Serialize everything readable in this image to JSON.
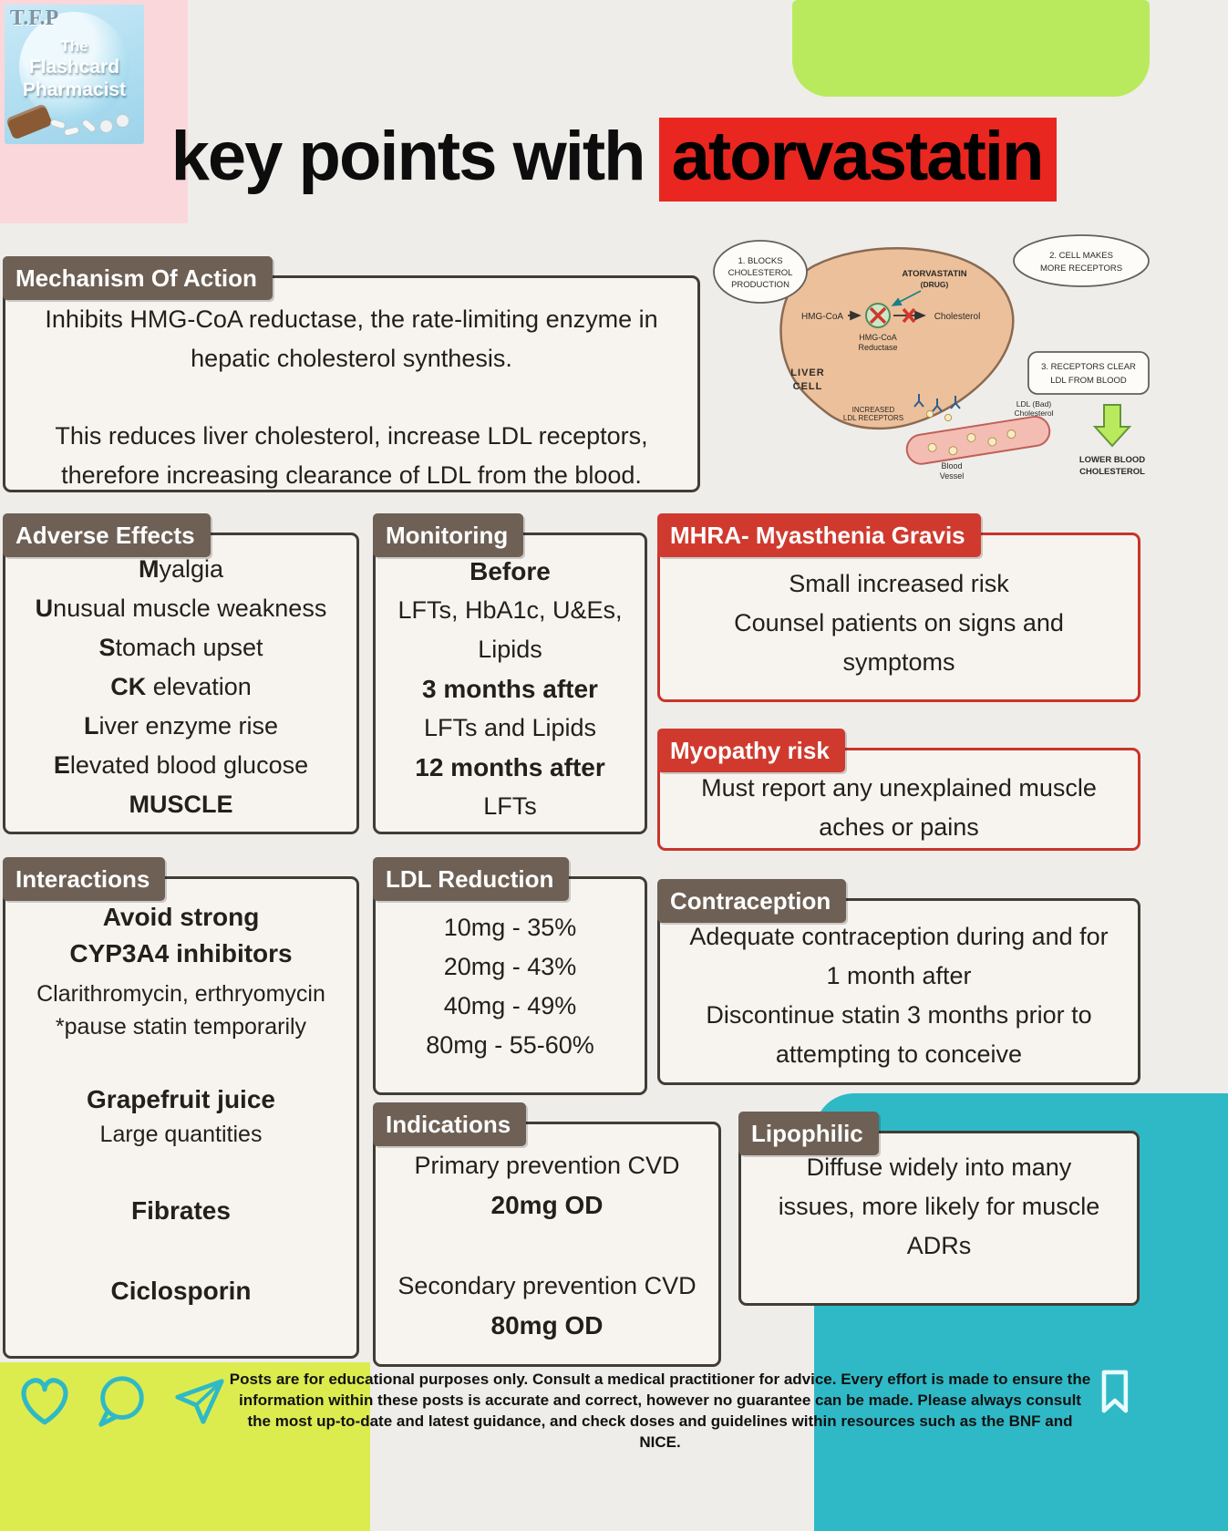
{
  "colors": {
    "accent_red": "#ea2620",
    "card_red": "#d03a2e",
    "tab_brown": "#6e6055",
    "teal": "#2fb9c6",
    "green_blob": "#b9ea5d",
    "yellow_green": "#dcec4f",
    "pink": "#fad7da",
    "logo_blue": "#a9dcef"
  },
  "logo": {
    "monogram": "T.F.P",
    "line1": "The",
    "line2": "Flashcard",
    "line3": "Pharmacist"
  },
  "title": {
    "prefix": "key points with",
    "highlight": "atorvastatin"
  },
  "moa": {
    "header": "Mechanism Of Action",
    "para1": "Inhibits HMG-CoA reductase, the rate-limiting enzyme in hepatic cholesterol synthesis.",
    "para2": "This reduces liver cholesterol, increase LDL receptors, therefore increasing clearance of LDL from the blood."
  },
  "diagram": {
    "bubble1": [
      "1. BLOCKS",
      "CHOLESTEROL",
      "PRODUCTION"
    ],
    "bubble2": [
      "2. CELL MAKES",
      "MORE RECEPTORS"
    ],
    "bubble3": [
      "3. RECEPTORS CLEAR",
      "LDL FROM BLOOD"
    ],
    "hmg_coa": "HMG-CoA",
    "reductase_l1": "HMG-CoA",
    "reductase_l2": "Reductase",
    "cholesterol": "Cholesterol",
    "atorvastatin": "ATORVASTATIN",
    "drug": "(DRUG)",
    "liver_l1": "LIVER",
    "liver_l2": "CELL",
    "increased_l1": "INCREASED",
    "increased_l2": "LDL RECEPTORS",
    "ldl_l1": "LDL (Bad)",
    "ldl_l2": "Cholesterol",
    "vessel_l1": "Blood",
    "vessel_l2": "Vessel",
    "lower_l1": "LOWER BLOOD",
    "lower_l2": "CHOLESTEROL"
  },
  "adverse": {
    "header": "Adverse Effects",
    "items": [
      {
        "lead": "M",
        "rest": "yalgia"
      },
      {
        "lead": "U",
        "rest": "nusual muscle weakness"
      },
      {
        "lead": "S",
        "rest": "tomach upset"
      },
      {
        "lead": "CK",
        "rest": " elevation"
      },
      {
        "lead": "L",
        "rest": "iver enzyme rise"
      },
      {
        "lead": "E",
        "rest": "levated blood glucose"
      },
      {
        "lead": "MUSCLE",
        "rest": ""
      }
    ]
  },
  "monitoring": {
    "header": "Monitoring",
    "lines": [
      "Before",
      "LFTs, HbA1c, U&Es,",
      "Lipids",
      "3 months after",
      "LFTs and Lipids",
      "12 months after",
      "LFTs"
    ]
  },
  "mhra": {
    "header": "MHRA- Myasthenia Gravis",
    "line1": "Small increased risk",
    "line2": "Counsel patients on signs and symptoms"
  },
  "myopathy": {
    "header": "Myopathy risk",
    "text": "Must report any unexplained muscle aches or pains"
  },
  "interactions": {
    "header": "Interactions",
    "lines": [
      "Avoid strong CYP3A4 inhibitors",
      "Clarithromycin, erthryomycin",
      "*pause statin temporarily",
      "Grapefruit juice",
      "Large quantities",
      "Fibrates",
      "Ciclosporin"
    ]
  },
  "ldl": {
    "header": "LDL Reduction",
    "rows": [
      "10mg - 35%",
      "20mg - 43%",
      "40mg - 49%",
      "80mg - 55-60%"
    ]
  },
  "contraception": {
    "header": "Contraception",
    "line1": "Adequate contraception during and for 1 month after",
    "line2": "Discontinue statin 3 months prior to attempting to conceive"
  },
  "indications": {
    "header": "Indications",
    "line1": "Primary prevention CVD",
    "dose1": "20mg OD",
    "line2": "Secondary prevention CVD",
    "dose2": "80mg OD"
  },
  "lipophilic": {
    "header": "Lipophilic",
    "text": "Diffuse widely into many issues, more likely for muscle ADRs"
  },
  "footer": {
    "disclaimer": "Posts are for educational purposes only.  Consult a medical practitioner for advice. Every effort is made to ensure the information within these posts is accurate and correct, however no guarantee can be made. Please always consult the most up-to-date and latest guidance, and check doses and guidelines within resources such as the BNF and NICE.",
    "icons": {
      "like": "heart-icon",
      "comment": "comment-icon",
      "share": "share-icon",
      "save": "bookmark-icon"
    }
  }
}
